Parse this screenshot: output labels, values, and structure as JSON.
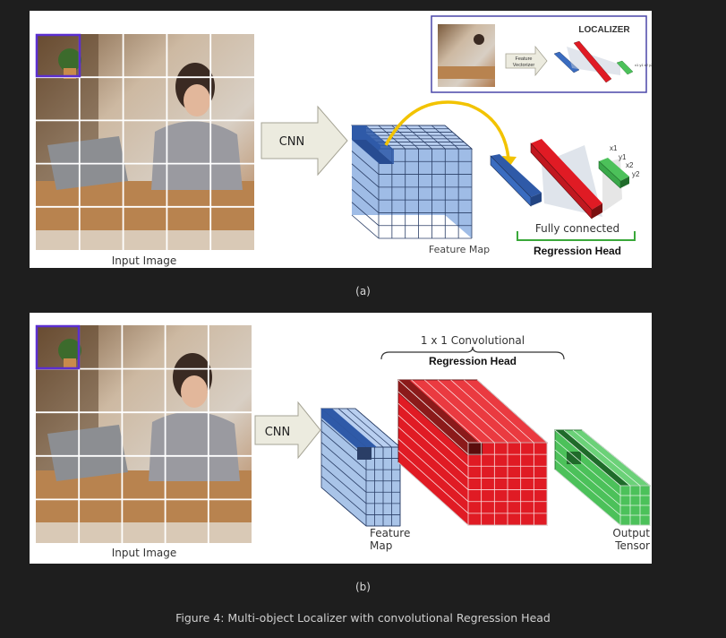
{
  "panel_a": {
    "input_label": "Input Image",
    "cnn_label": "CNN",
    "feature_map_label": "Feature Map",
    "fc_label": "Fully connected",
    "regression_head_label": "Regression Head",
    "outputs": [
      "x1",
      "y1",
      "x2",
      "y2"
    ],
    "inset": {
      "title": "LOCALIZER",
      "vectorizer_label_1": "Feature",
      "vectorizer_label_2": "Vectorizer"
    }
  },
  "panel_b": {
    "input_label": "Input Image",
    "cnn_label": "CNN",
    "conv_label": "1 x 1 Convolutional",
    "regression_head_label": "Regression Head",
    "feature_map_label_1": "Feature",
    "feature_map_label_2": "Map",
    "output_label_1": "Output",
    "output_label_2": "Tensor"
  },
  "caption_a": "(a)",
  "caption_b": "(b)",
  "figure_caption": "Figure 4: Multi-object Localizer with convolutional Regression Head",
  "colors": {
    "blue_face": "#a9c4e8",
    "blue_dark": "#2f5aa8",
    "red": "#e01b24",
    "red_dark": "#8b1a1a",
    "green": "#4cc15a",
    "green_dark": "#1f6b2a",
    "arrow_fill": "#ecebdf",
    "bracket_green": "#3aa83a",
    "curve_yellow": "#f2c300",
    "highlight_purple": "#5b2fd0"
  },
  "icons": [
    "grid-overlay-icon",
    "block-arrow-icon",
    "curved-arrow-icon"
  ]
}
